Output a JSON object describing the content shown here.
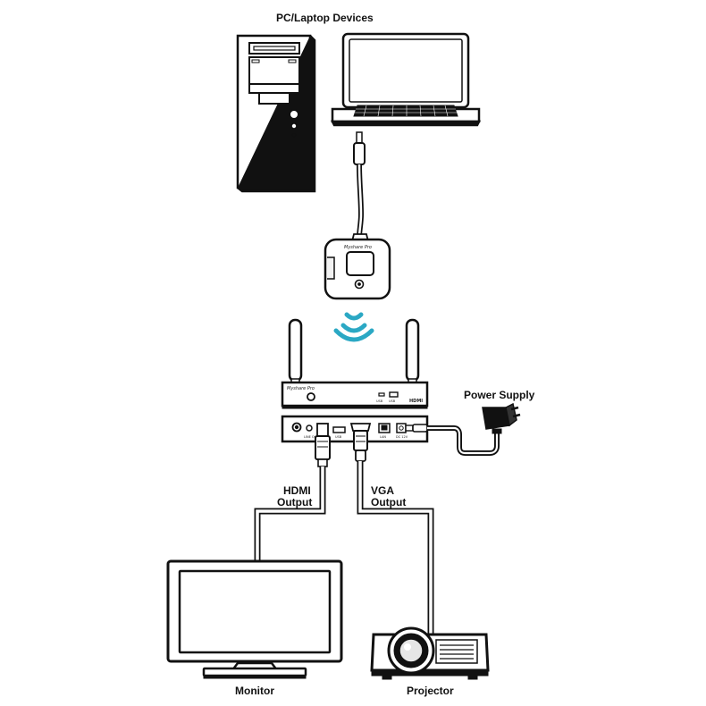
{
  "labels": {
    "pc_laptop": "PC/Laptop Devices",
    "power_supply": "Power Supply",
    "hdmi_line1": "HDMI",
    "hdmi_line2": "Output",
    "vga_line1": "VGA",
    "vga_line2": "Output",
    "monitor": "Monitor",
    "projector": "Projector"
  },
  "device": {
    "brand_text": "Myshare Pro",
    "hdmi_logo": "HDMI",
    "front_port_1": "USB",
    "front_port_2": "USB",
    "rear_port_audio": "LINE OUT",
    "rear_port_usb": "USB",
    "rear_port_lan": "LAN",
    "rear_port_dc": "DC 12V"
  },
  "dongle": {
    "brand_text": "Myshare Pro"
  },
  "colors": {
    "line": "#111111",
    "wifi": "#2ba8c4",
    "cable_fill": "#ffffff"
  },
  "icons": {
    "wifi": "wifi-waves-icon",
    "tower": "desktop-tower-icon",
    "laptop": "laptop-icon",
    "power": "power-adapter-icon",
    "monitor": "monitor-icon",
    "projector": "projector-icon"
  }
}
